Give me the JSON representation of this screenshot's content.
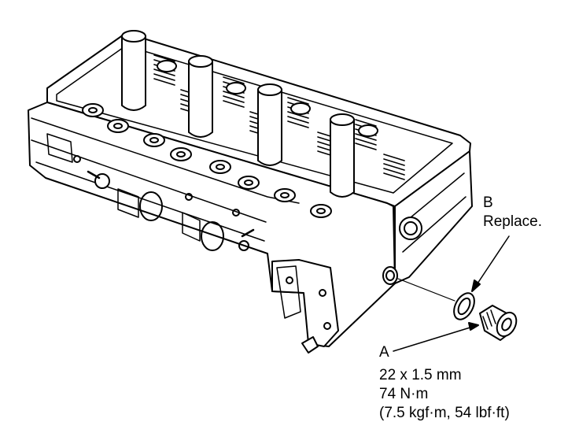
{
  "callout_b": {
    "letter": "B",
    "text": "Replace."
  },
  "callout_a": {
    "letter": "A",
    "size": "22 x 1.5 mm",
    "torque": "74 N·m",
    "torque_alt": "(7.5 kgf·m, 54 lbf·ft)"
  },
  "colors": {
    "line": "#000000",
    "background": "#ffffff"
  }
}
